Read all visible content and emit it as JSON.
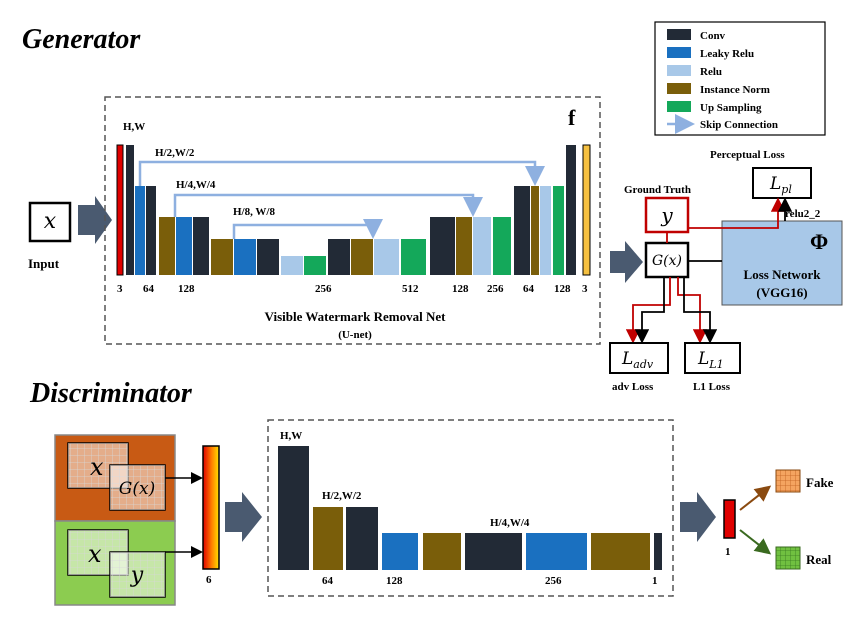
{
  "generator": {
    "title": "Generator",
    "input_label": "Input",
    "input_symbol": "x",
    "net_letter": "f",
    "dims": {
      "hw": "H,W",
      "h2": "H/2,W/2",
      "h4": "H/4,W/4",
      "h8": "H/8, W/8"
    },
    "channels_bottom": [
      "3",
      "64",
      "128",
      "256",
      "512",
      "128",
      "256",
      "64",
      "128",
      "3"
    ],
    "net_name": "Visible Watermark Removal Net",
    "net_sub": "(U-net)"
  },
  "legend": {
    "items": [
      {
        "label": "Conv",
        "color": "#222a36"
      },
      {
        "label": "Leaky Relu",
        "color": "#1a70c0"
      },
      {
        "label": "Relu",
        "color": "#a8c8e8"
      },
      {
        "label": "Instance Norm",
        "color": "#7a5e0a"
      },
      {
        "label": "Up Sampling",
        "color": "#14a85a"
      },
      {
        "label": "Skip Connection",
        "color": "#8eb0e0"
      }
    ]
  },
  "loss": {
    "ground_truth": "Ground Truth",
    "y_symbol": "y",
    "gx_symbol": "G(x)",
    "perceptual": "Perceptual Loss",
    "lpl_main": "L",
    "lpl_sub": "pl",
    "relu": "relu2_2",
    "phi": "Φ",
    "loss_net": "Loss Network",
    "vgg": "(VGG16)",
    "ladv_main": "L",
    "ladv_sub": "adv",
    "ll1_main": "L",
    "ll1_sub": "L1",
    "adv_loss": "adv Loss",
    "l1_loss": "L1 Loss"
  },
  "discriminator": {
    "title": "Discriminator",
    "x_symbol": "x",
    "gx_symbol": "G(x)",
    "y_symbol": "y",
    "input_channels": "6",
    "dims": {
      "hw": "H,W",
      "h2": "H/2,W/2",
      "h4": "H/4,W/4"
    },
    "channels_bottom": [
      "64",
      "128",
      "256",
      "1"
    ],
    "out_channels": "1",
    "fake": "Fake",
    "real": "Real"
  }
}
